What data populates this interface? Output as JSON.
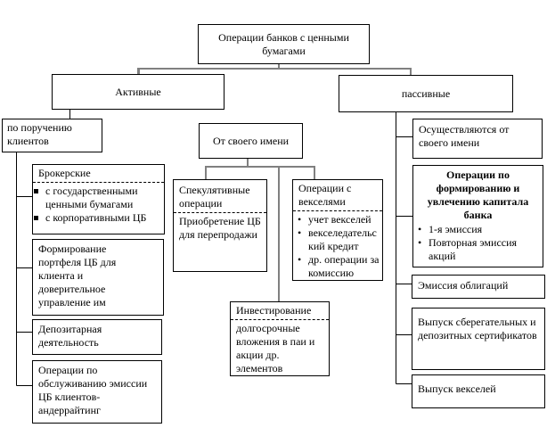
{
  "diagram": {
    "title": "Операции банков с ценными бумагами",
    "colors": {
      "background": "#ffffff",
      "box_border": "#000000",
      "connector_gray": "#808080",
      "connector_black": "#000000"
    },
    "nodes": {
      "root": {
        "label": "Операции банков с ценными бумагами"
      },
      "active": {
        "label": "Активные"
      },
      "passive": {
        "label": "пассивные"
      },
      "on_behalf": {
        "label": "по поручению клиентов"
      },
      "own_name": {
        "label": "От своего имени"
      },
      "broker": {
        "title": "Брокерские",
        "items": [
          "с государственными ценными бумагами",
          "с корпоративными ЦБ"
        ]
      },
      "portfolio": {
        "label": "Формирование портфеля ЦБ для клиента и доверительное управление им"
      },
      "depositary": {
        "label": "Депозитарная деятельность"
      },
      "underwriting": {
        "label": "Операции по обслуживанию эмиссии ЦБ клиентов-андеррайтинг"
      },
      "speculative": {
        "title": "Спекулятивные операции",
        "body": "Приобретение ЦБ для перепродажи"
      },
      "bills": {
        "title": "Операции с векселями",
        "items": [
          "учет векселей",
          "векселедательский кредит",
          "др. операции за комиссию"
        ]
      },
      "invest": {
        "title": "Инвестирование",
        "body": "долгосрочные вложения в паи и акции др. элементов"
      },
      "own_name_passive": {
        "label": "Осуществляются от своего имени"
      },
      "capital": {
        "title": "Операции по формированию и увлечению капитала банка",
        "items": [
          "1-я эмиссия",
          "Повторная эмиссия акций"
        ]
      },
      "bonds": {
        "label": "Эмиссия облигаций"
      },
      "certificates": {
        "label": "Выпуск сберегательных и депозитных сертификатов"
      },
      "bills_issue": {
        "label": "Выпуск векселей"
      }
    }
  }
}
